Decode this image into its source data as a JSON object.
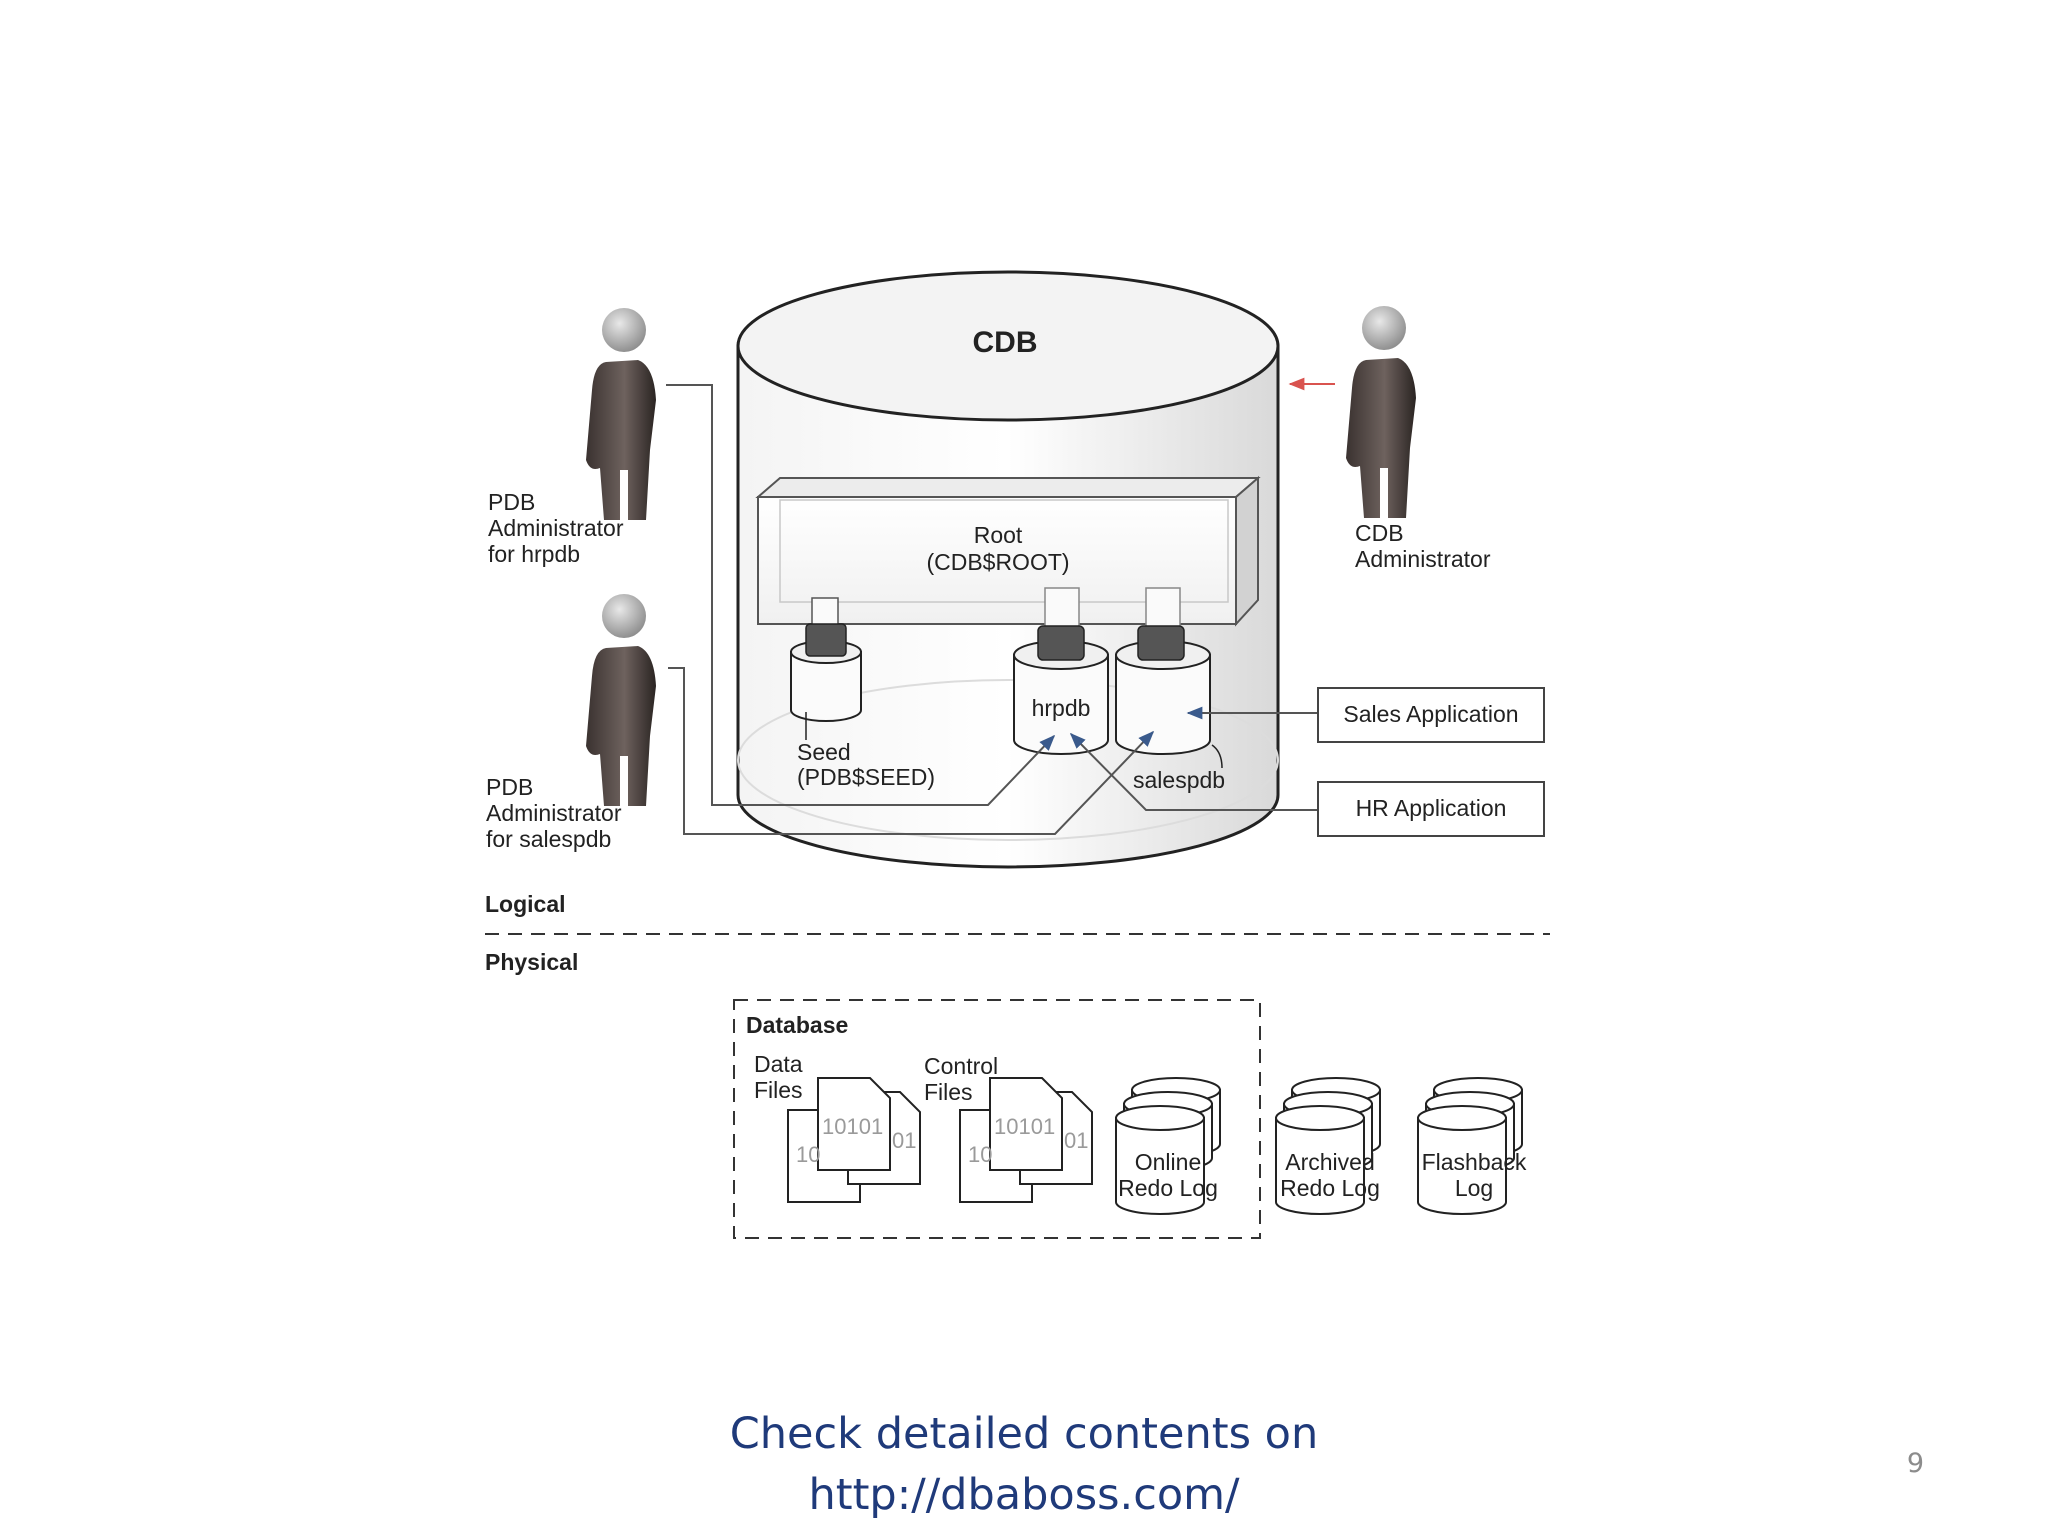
{
  "cdb": {
    "title": "CDB"
  },
  "root": {
    "line1": "Root",
    "line2": "(CDB$ROOT)"
  },
  "seed": {
    "line1": "Seed",
    "line2": "(PDB$SEED)"
  },
  "pdbs": {
    "hrpdb": "hrpdb",
    "salespdb": "salespdb"
  },
  "people": {
    "pdb_admin_hr": [
      "PDB",
      "Administrator",
      "for hrpdb"
    ],
    "pdb_admin_sales": [
      "PDB",
      "Administrator",
      "for salespdb"
    ],
    "cdb_admin": [
      "CDB",
      "Administrator"
    ]
  },
  "apps": {
    "sales": "Sales Application",
    "hr": "HR Application"
  },
  "layers": {
    "logical": "Logical",
    "physical": "Physical"
  },
  "database": {
    "title": "Database",
    "data_files": [
      "Data",
      "Files"
    ],
    "control_files": [
      "Control",
      "Files"
    ],
    "file_bits": {
      "front": "10101",
      "back_left": "10",
      "back_right": "01"
    },
    "online_redo": [
      "Online",
      "Redo Log"
    ]
  },
  "archived_redo": [
    "Archived",
    "Redo Log"
  ],
  "flashback": [
    "Flashback",
    "Log"
  ],
  "footer": {
    "line1": "Check detailed contents on",
    "line2": "http://dbaboss.com/"
  },
  "page_number": "9",
  "colors": {
    "footer_text": "#1f3a7a",
    "cdb_admin_arrow": "#d9534f",
    "connector_arrow": "#3a5a8c"
  }
}
